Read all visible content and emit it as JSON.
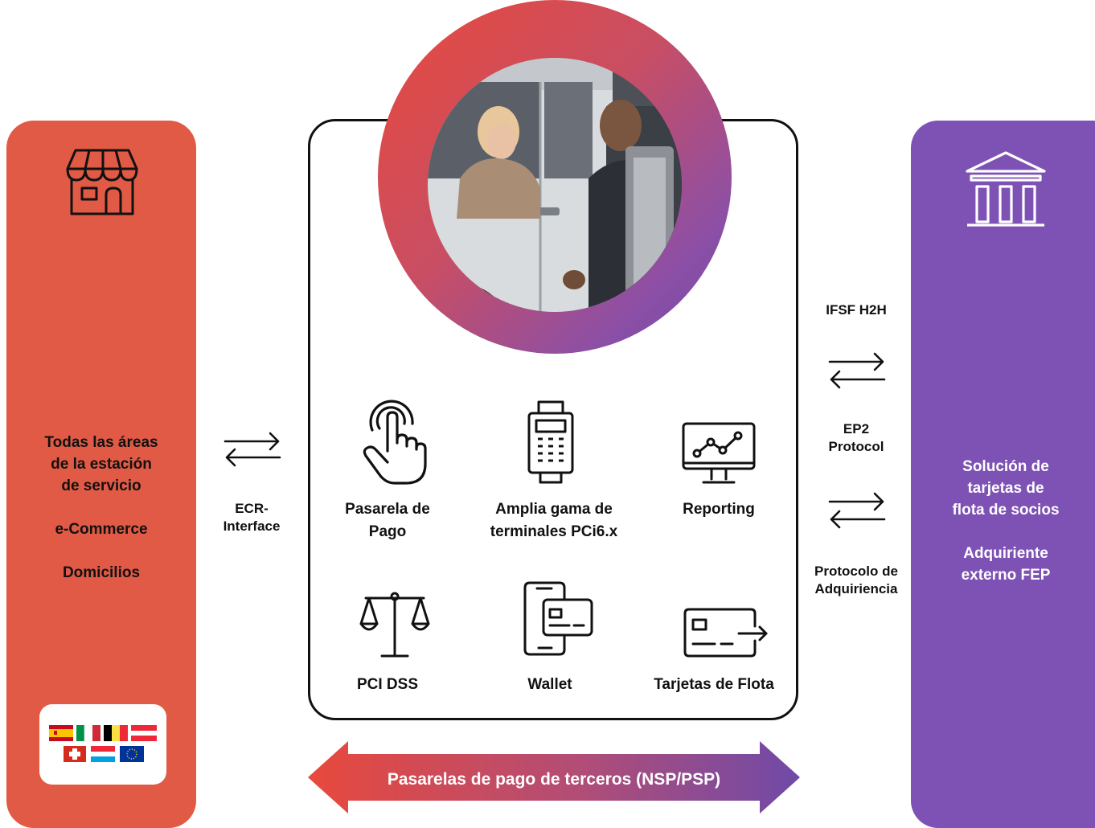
{
  "left_panel": {
    "lines": [
      "Todas las áreas",
      "de la estación",
      "de servicio"
    ],
    "item2": "e-Commerce",
    "item3": "Domicilios",
    "icon": "store-icon",
    "flags_icon": "country-flags-icon"
  },
  "right_panel": {
    "lines1": [
      "Solución de",
      "tarjetas de",
      "flota de socios"
    ],
    "lines2": [
      "Adquiriente",
      "externo FEP"
    ],
    "icon": "bank-icon"
  },
  "connectors": {
    "ecr": [
      "ECR-",
      "Interface"
    ],
    "ifsf": "IFSF H2H",
    "ep2": [
      "EP2",
      "Protocol"
    ],
    "acq": [
      "Protocolo de",
      "Adquiriencia"
    ]
  },
  "features": {
    "pasarela": [
      "Pasarela de",
      "Pago"
    ],
    "terminales": [
      "Amplia gama de",
      "terminales PCi6.x"
    ],
    "reporting": "Reporting",
    "pci": "PCI DSS",
    "wallet": "Wallet",
    "flota": "Tarjetas de Flota"
  },
  "bottom_arrow": {
    "label": "Pasarelas de pago de terceros (NSP/PSP)"
  },
  "colors": {
    "orange": "#e05a45",
    "purple": "#7d52b4",
    "gradient_start": "#e8493c",
    "gradient_end": "#6f4aa8"
  }
}
